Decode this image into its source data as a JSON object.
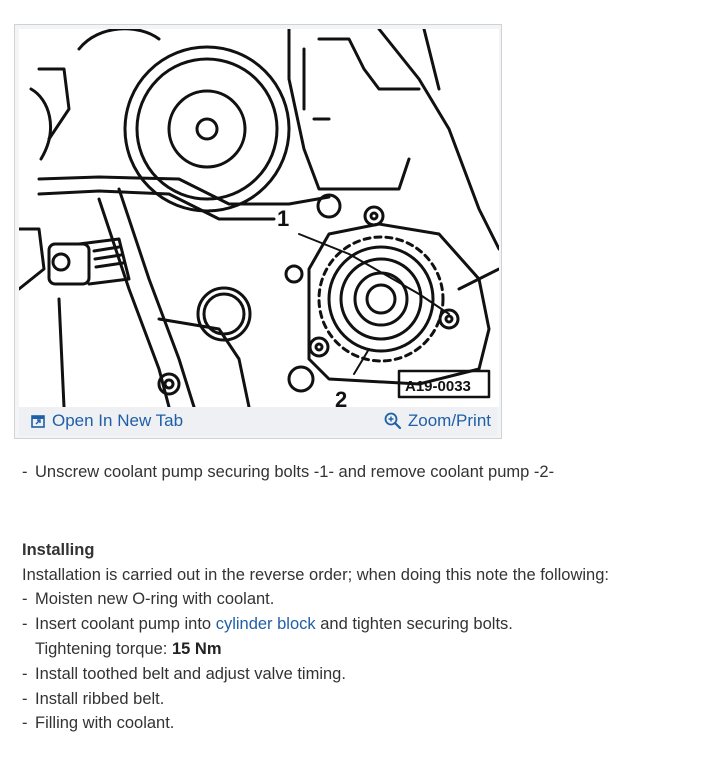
{
  "figure": {
    "callout_1": "1",
    "callout_2": "2",
    "figure_id": "A19-0033",
    "open_tab_label": "Open In New Tab",
    "zoom_label": "Zoom/Print",
    "open_tab_icon": "open-new-tab-icon",
    "zoom_icon": "magnifier-zoom-icon"
  },
  "steps_removal": [
    "Unscrew coolant pump securing bolts -1- and remove coolant pump -2-"
  ],
  "installing": {
    "heading": "Installing",
    "intro": "Installation is carried out in the reverse order; when doing this note the following:",
    "step1": "Moisten new O-ring with coolant.",
    "step2_before": "Insert coolant pump into ",
    "step2_link": "cylinder block",
    "step2_after": " and tighten securing bolts.",
    "torque_label": "Tightening torque: ",
    "torque_value": "15 Nm",
    "step3": "Install toothed belt and adjust valve timing.",
    "step4": "Install ribbed belt.",
    "step5": "Filling with coolant."
  },
  "bullet": "-"
}
